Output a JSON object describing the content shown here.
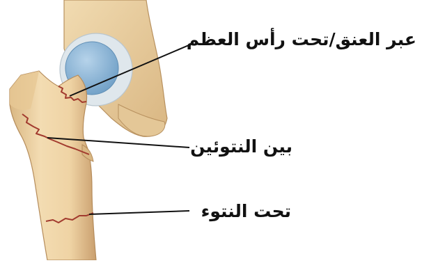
{
  "diagram": {
    "labels": [
      {
        "text": "عبر العنق/تحت رأس العظم"
      },
      {
        "text": "بين النتوئين"
      },
      {
        "text": "تحت النتوء"
      }
    ],
    "colors": {
      "bone": "#f0d6aa",
      "bone_shadow": "#c8a273",
      "pelvis": "#e9cf9f",
      "cartilage": "#8fb8d8",
      "capsule": "#d3dde3",
      "fracture_line": "#a23a2e",
      "leader_line": "#111111"
    }
  }
}
